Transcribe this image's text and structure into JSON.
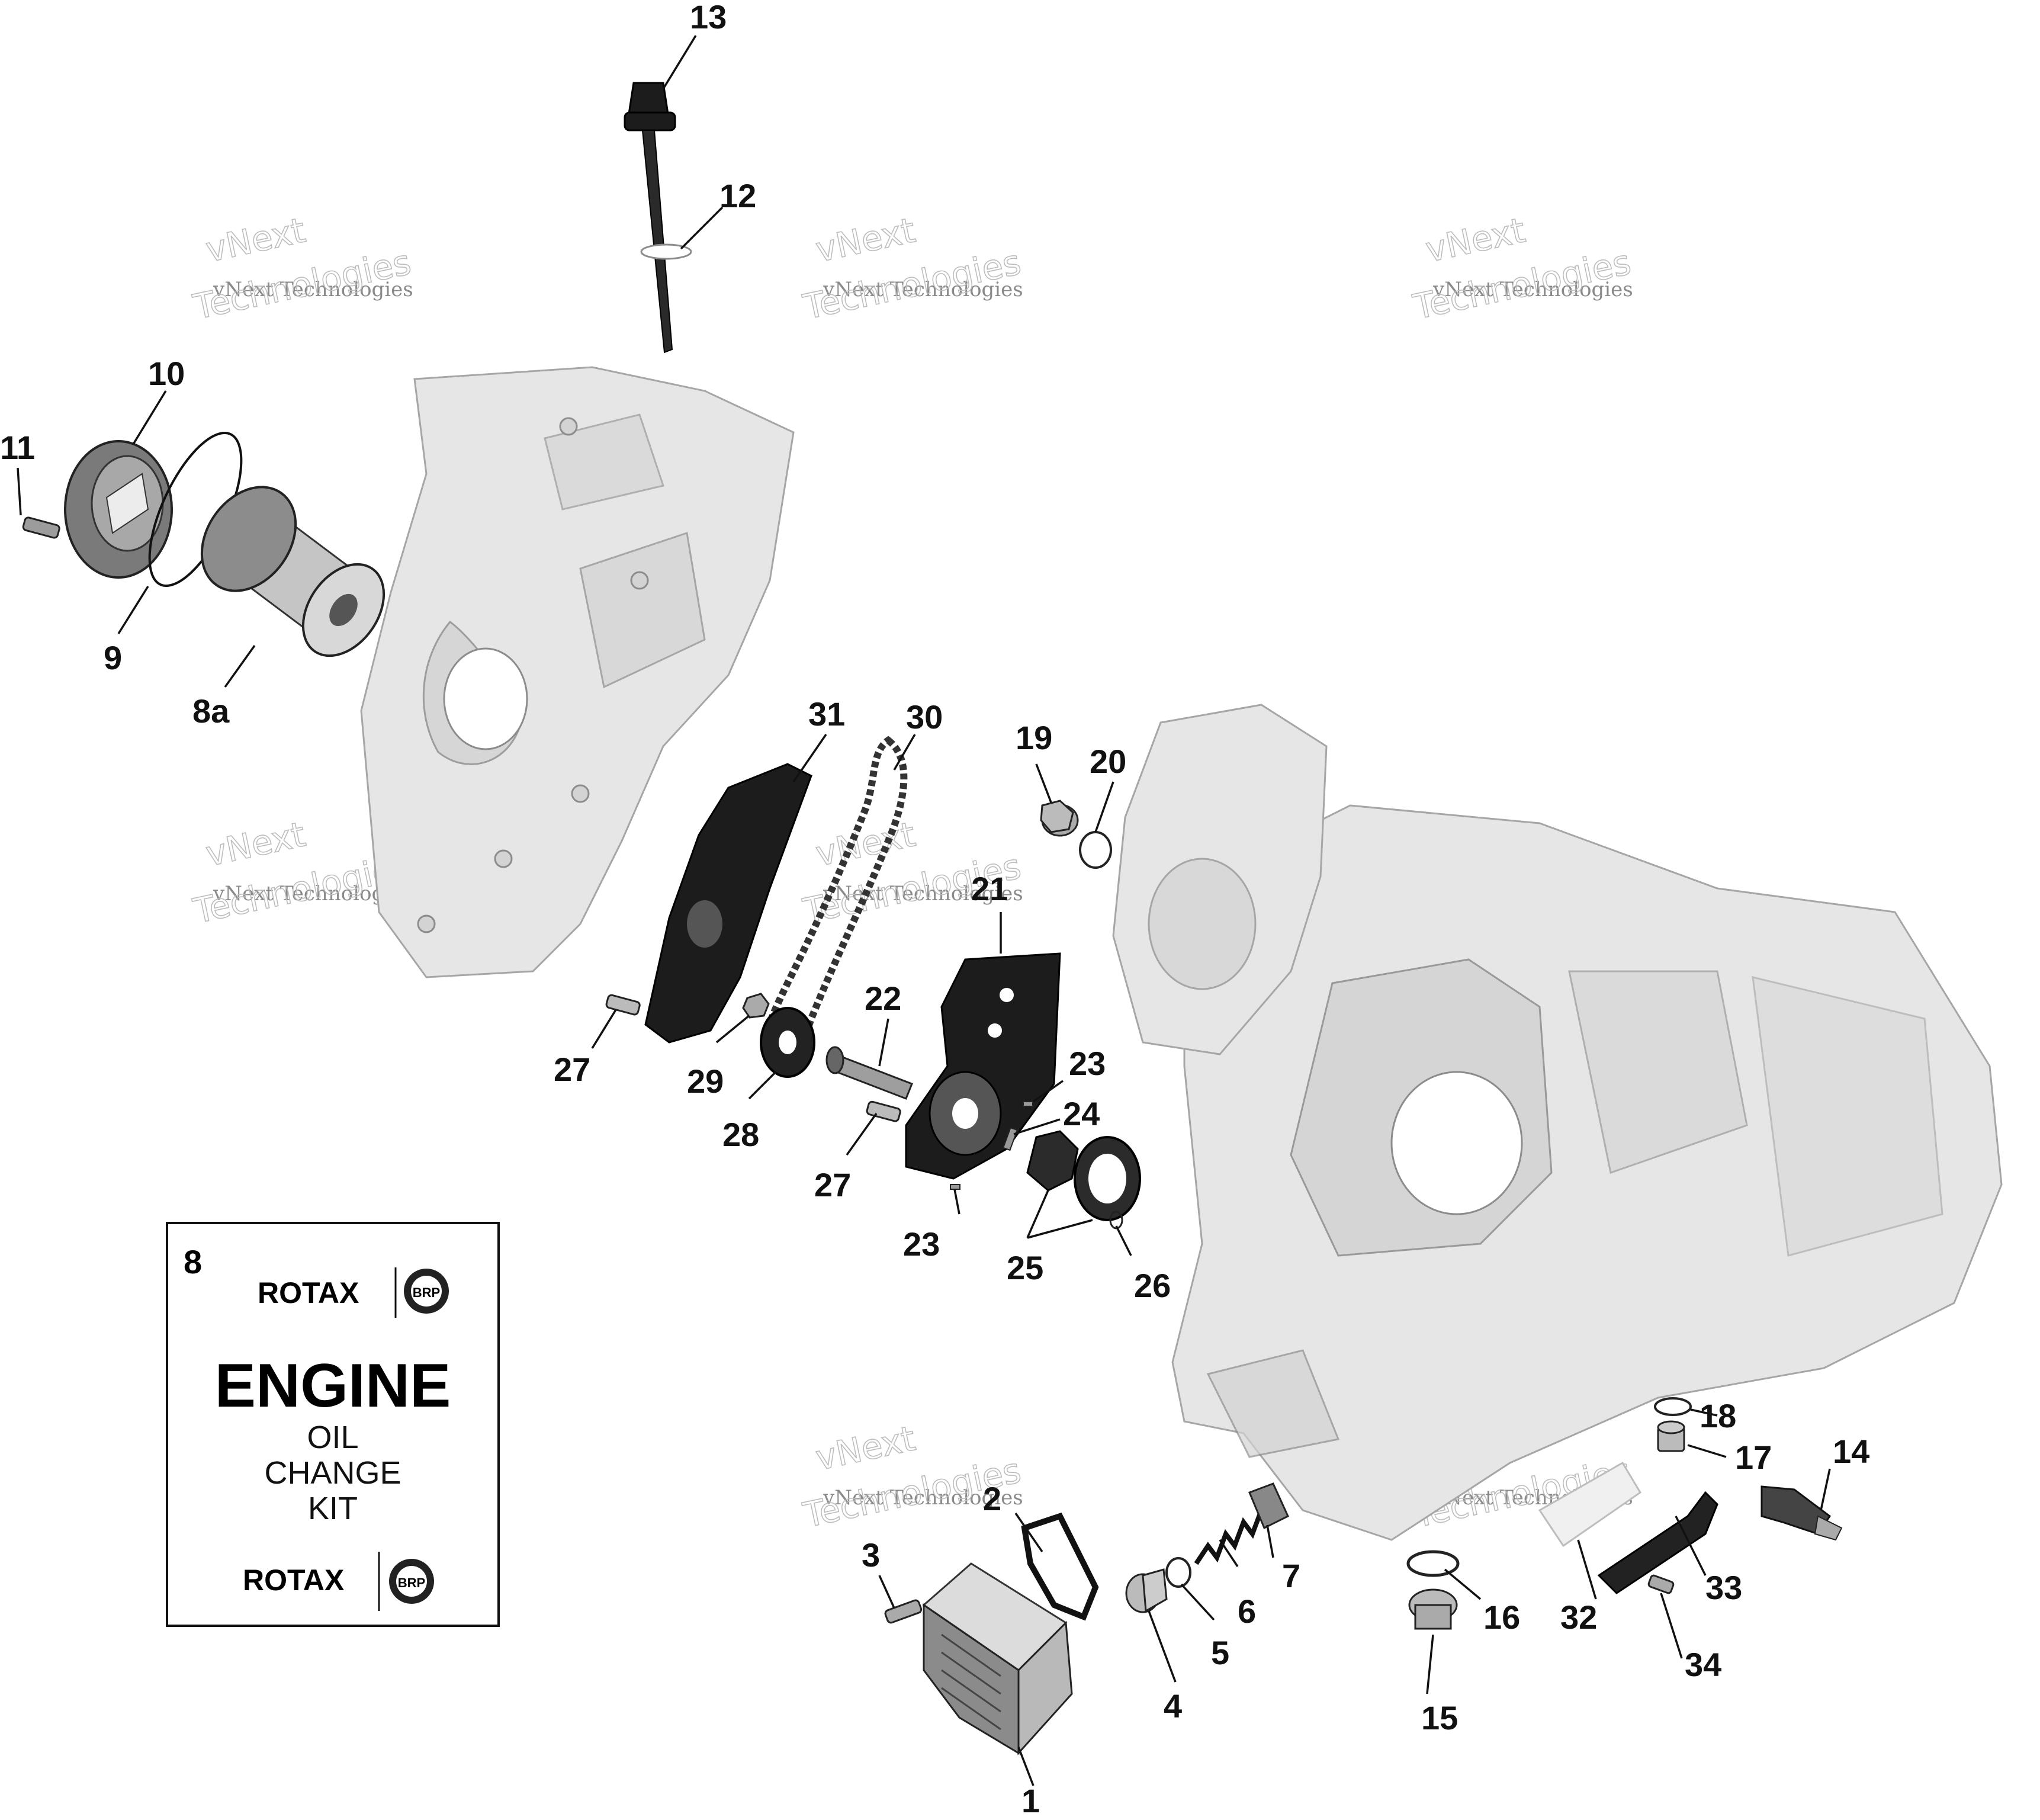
{
  "callouts": {
    "c1": "1",
    "c2": "2",
    "c3": "3",
    "c4": "4",
    "c5": "5",
    "c6": "6",
    "c7": "7",
    "c8": "8",
    "c8a": "8a",
    "c9": "9",
    "c10": "10",
    "c11": "11",
    "c12": "12",
    "c13": "13",
    "c14": "14",
    "c15": "15",
    "c16": "16",
    "c17": "17",
    "c18": "18",
    "c19": "19",
    "c20": "20",
    "c21": "21",
    "c22": "22",
    "c23": "23",
    "c24": "24",
    "c25": "25",
    "c26": "26",
    "c27": "27",
    "c28": "28",
    "c29": "29",
    "c30": "30",
    "c31": "31",
    "c32": "32",
    "c33": "33",
    "c34": "34"
  },
  "watermark": {
    "line1": "vNext Technologies",
    "line2": "vNext",
    "line3": "Technologies"
  },
  "kit": {
    "number": "8",
    "brand": "ROTAX",
    "badge": "BRP",
    "title": "ENGINE",
    "line1": "OIL",
    "line2": "CHANGE",
    "line3": "KIT"
  }
}
